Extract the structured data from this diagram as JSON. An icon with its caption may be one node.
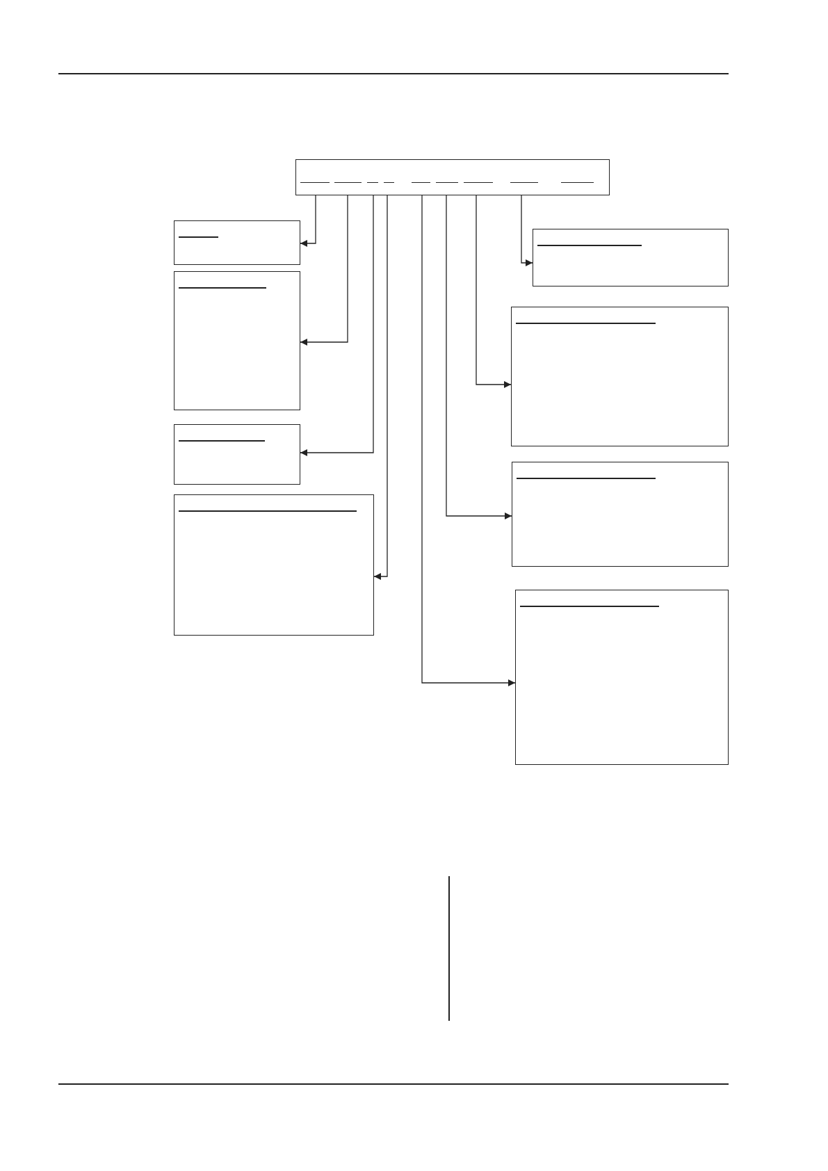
{
  "diagram": {
    "nodes": [
      {
        "text": [],
        "shape": "box"
      },
      {
        "text": [],
        "shape": "box"
      },
      {
        "text": [],
        "shape": "box"
      },
      {
        "text": [],
        "shape": "box"
      },
      {
        "text": [],
        "shape": "box"
      },
      {
        "text": [],
        "shape": "box"
      },
      {
        "text": [],
        "shape": "box"
      },
      {
        "text": [],
        "shape": "box"
      },
      {
        "text": [],
        "shape": "box"
      }
    ],
    "edges": [
      {
        "from": 0,
        "to": 1,
        "arrow": "to"
      },
      {
        "from": 0,
        "to": 2,
        "arrow": "to"
      },
      {
        "from": 0,
        "to": 3,
        "arrow": "to"
      },
      {
        "from": 0,
        "to": 4,
        "arrow": "to"
      },
      {
        "from": 0,
        "to": 8,
        "arrow": "to"
      },
      {
        "from": 0,
        "to": 7,
        "arrow": "to"
      },
      {
        "from": 0,
        "to": 6,
        "arrow": "to"
      },
      {
        "from": 0,
        "to": 5,
        "arrow": "to"
      }
    ]
  }
}
